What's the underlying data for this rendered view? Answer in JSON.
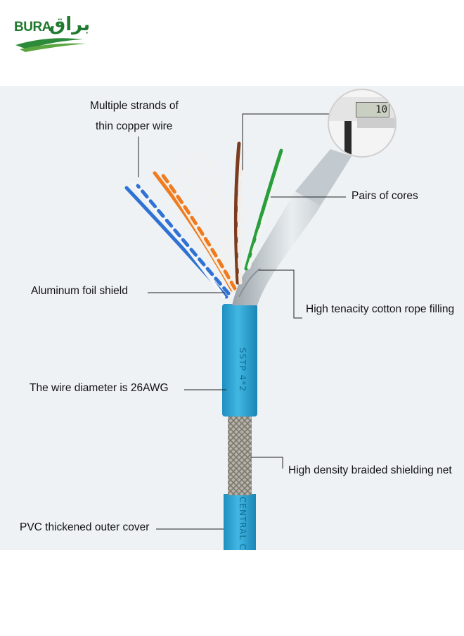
{
  "logo": {
    "latin": "BURA",
    "arabic": "براق",
    "color": "#1f7a2e"
  },
  "caliper": {
    "reading": "10"
  },
  "cable": {
    "jacket_color": "#2fa7d6",
    "print_upper": "SSTP 4*2",
    "print_lower": "CENTRAL CAB"
  },
  "labels": {
    "copper_strands_line1": "Multiple strands of",
    "copper_strands_line2": "thin copper wire",
    "pairs_of_cores": "Pairs of cores",
    "aluminum_foil": "Aluminum foil shield",
    "cotton_filling": "High tenacity cotton rope filling",
    "wire_diameter": "The wire diameter is 26AWG",
    "braided_net": "High density braided shielding net",
    "pvc_cover": "PVC thickened outer cover"
  }
}
